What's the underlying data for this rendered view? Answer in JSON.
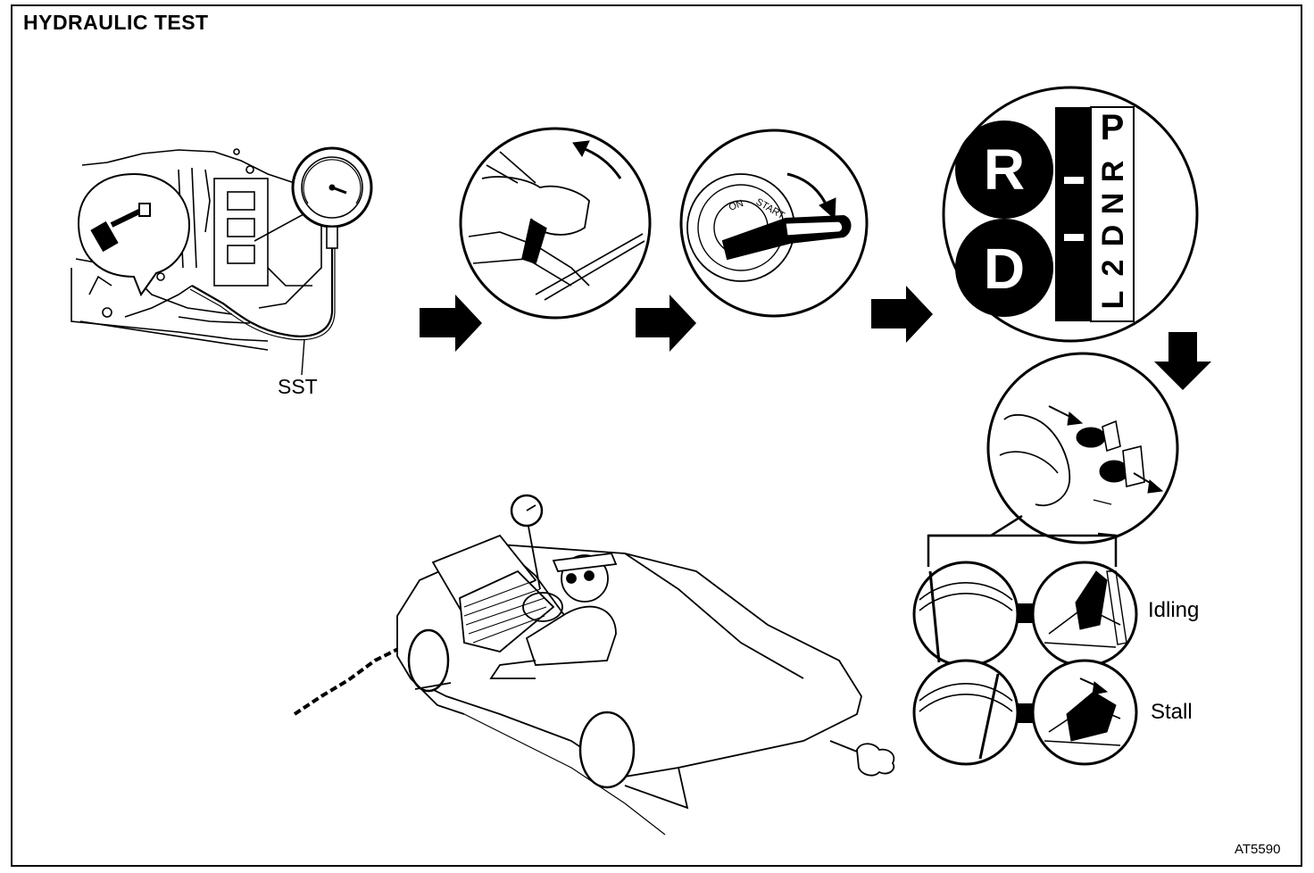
{
  "header": {
    "title": "HYDRAULIC TEST"
  },
  "labels": {
    "sst": "SST",
    "idling": "Idling",
    "stall": "Stall",
    "figure_code": "AT5590"
  },
  "shift_panel": {
    "big_left_top": "R",
    "big_left_bottom": "D",
    "pattern": [
      "P",
      "R",
      "N",
      "D",
      "2",
      "L"
    ]
  },
  "ignition": {
    "on": "ON",
    "start": "START"
  },
  "colors": {
    "ink": "#000000",
    "paper": "#ffffff"
  }
}
